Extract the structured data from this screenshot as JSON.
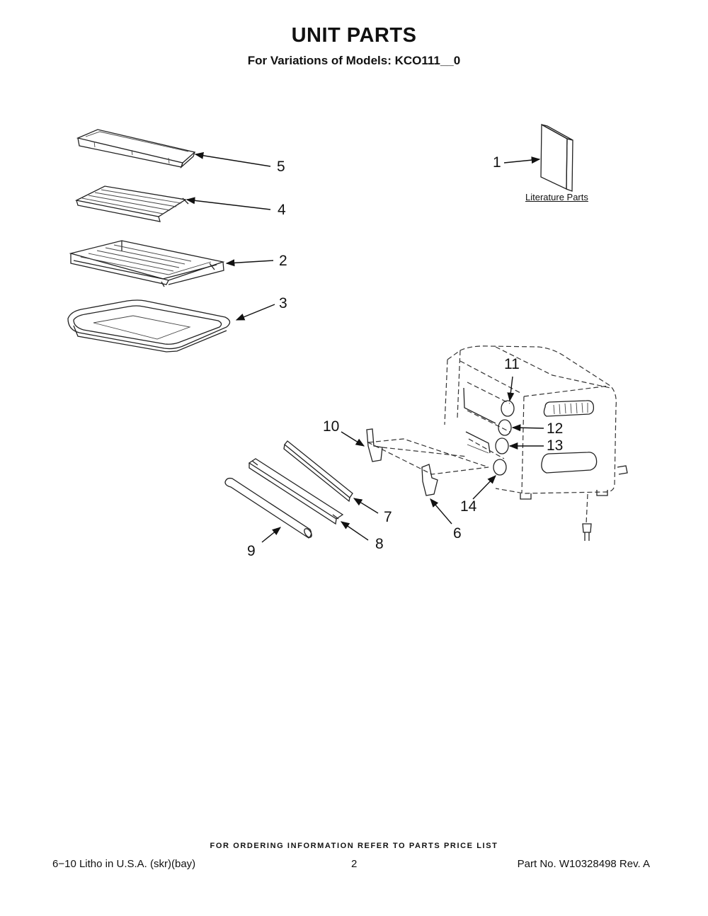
{
  "header": {
    "title": "UNIT PARTS",
    "subtitle": "For Variations of Models: KCO111__0"
  },
  "literature": {
    "label": "Literature Parts"
  },
  "callouts": [
    "1",
    "2",
    "3",
    "4",
    "5",
    "6",
    "7",
    "8",
    "9",
    "10",
    "11",
    "12",
    "13",
    "14"
  ],
  "footer": {
    "ordering_note": "FOR ORDERING INFORMATION REFER TO PARTS PRICE LIST",
    "left": "6−10 Litho in U.S.A. (skr)(bay)",
    "page_number": "2",
    "part_number": "Part No. W10328498 Rev. A"
  }
}
